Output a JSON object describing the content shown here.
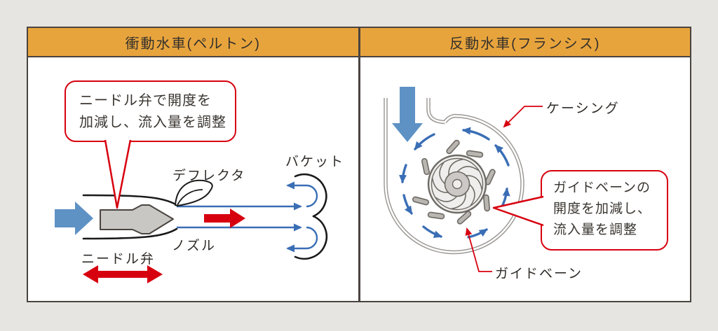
{
  "panels": {
    "left": {
      "header": "衝動水車(ペルトン)",
      "callout": {
        "line1": "ニードル弁で開度を",
        "line2": "加減し、流入量を調整"
      },
      "labels": {
        "deflector": "デフレクタ",
        "nozzle": "ノズル",
        "needle_valve": "ニードル弁",
        "bucket": "バケット"
      }
    },
    "right": {
      "header": "反動水車(フランシス)",
      "callout": {
        "line1": "ガイドベーンの",
        "line2": "開度を加減し、",
        "line3": "流入量を調整"
      },
      "labels": {
        "casing": "ケーシング",
        "guide_vane": "ガイドベーン"
      }
    }
  },
  "colors": {
    "header_bg": "#e8a43c",
    "accent_red": "#d7000f",
    "inflow_blue": "#5e92c5",
    "flow_arrow_blue": "#3a6eb5",
    "frame_border": "#4a4440",
    "casing_gray": "#9b9893",
    "metal_gray": "#c9c7c4",
    "page_bg": "#e7e5e1"
  }
}
